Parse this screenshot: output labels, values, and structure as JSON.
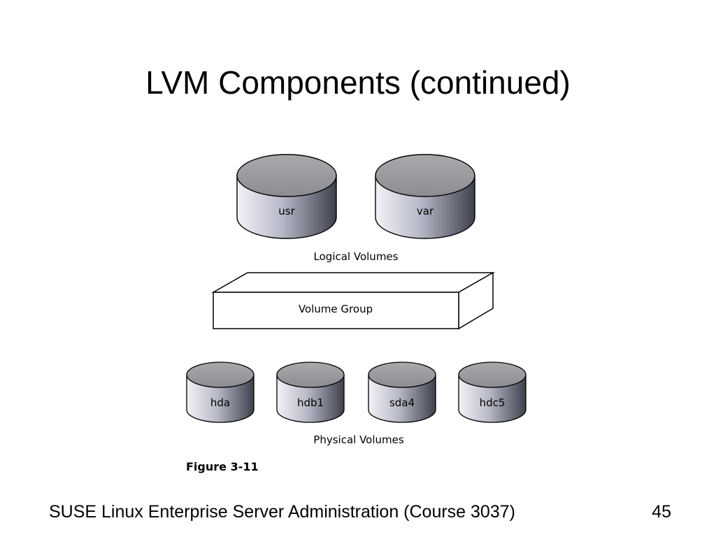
{
  "slide": {
    "title": "LVM Components (continued)",
    "footer": "SUSE Linux Enterprise Server Administration (Course 3037)",
    "page_number": "45"
  },
  "diagram": {
    "logical_volumes": {
      "caption": "Logical Volumes",
      "items": [
        "usr",
        "var"
      ]
    },
    "volume_group": {
      "label": "Volume Group"
    },
    "physical_volumes": {
      "caption": "Physical Volumes",
      "items": [
        "hda",
        "hdb1",
        "sda4",
        "hdc5"
      ]
    },
    "figure_caption": "Figure 3-11"
  }
}
